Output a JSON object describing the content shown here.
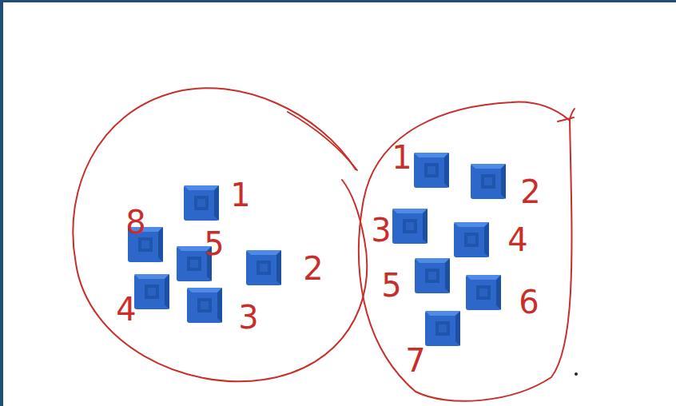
{
  "diagram": {
    "nodes": [
      {
        "text": [
          "1",
          "8",
          "5",
          "2",
          "4",
          "3"
        ]
      },
      {
        "text": [
          "1",
          "2",
          "3",
          "4",
          "5",
          "6",
          "7"
        ]
      }
    ]
  }
}
